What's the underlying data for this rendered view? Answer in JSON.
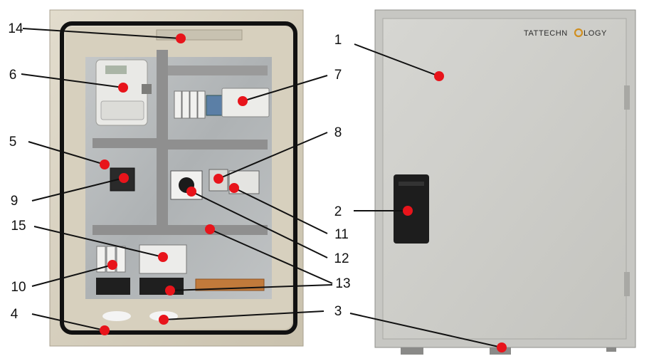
{
  "brand": {
    "before": "TATTECHN",
    "after": "LOGY"
  },
  "colors": {
    "marker": "#e8141b",
    "cabinet_shell": "#d9d2c1",
    "door": "#cfcfcb",
    "back_plate": "#b9bcbd",
    "duct": "#8d8d8d",
    "seal": "#111111"
  },
  "labels": [
    {
      "id": "1",
      "text": "1"
    },
    {
      "id": "2",
      "text": "2"
    },
    {
      "id": "3",
      "text": "3"
    },
    {
      "id": "4",
      "text": "4"
    },
    {
      "id": "5",
      "text": "5"
    },
    {
      "id": "6",
      "text": "6"
    },
    {
      "id": "7",
      "text": "7"
    },
    {
      "id": "8",
      "text": "8"
    },
    {
      "id": "9",
      "text": "9"
    },
    {
      "id": "10",
      "text": "10"
    },
    {
      "id": "11",
      "text": "11"
    },
    {
      "id": "12",
      "text": "12"
    },
    {
      "id": "13",
      "text": "13"
    },
    {
      "id": "14",
      "text": "14"
    },
    {
      "id": "15",
      "text": "15"
    }
  ]
}
